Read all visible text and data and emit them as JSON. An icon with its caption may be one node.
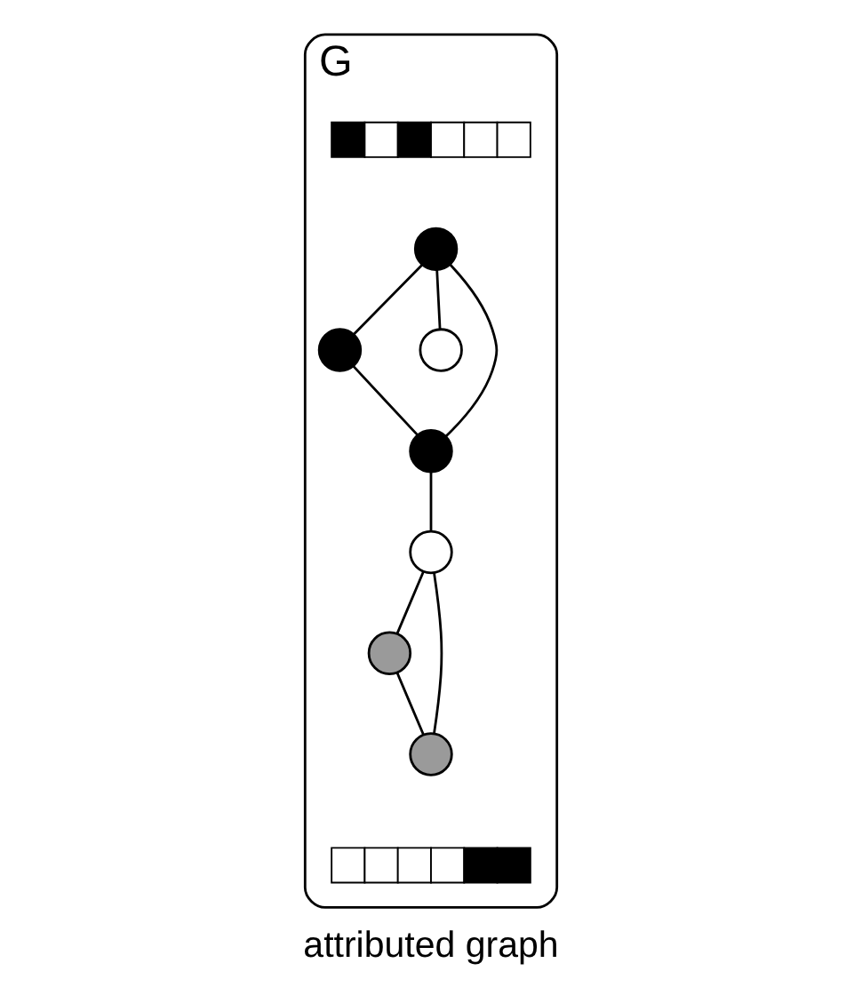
{
  "diagram": {
    "caption": "attributed graph",
    "nodes": [
      {
        "text": [
          "G"
        ]
      },
      {
        "text": [],
        "shape": "bar",
        "in": 0
      },
      {
        "text": [],
        "shape": "circle",
        "in": 0
      },
      {
        "text": [],
        "shape": "circle",
        "in": 0
      },
      {
        "text": [],
        "shape": "circle",
        "in": 0
      },
      {
        "text": [],
        "shape": "circle",
        "in": 0
      },
      {
        "text": [],
        "shape": "circle",
        "in": 0
      },
      {
        "text": [],
        "shape": "circle",
        "in": 0
      },
      {
        "text": [],
        "shape": "circle",
        "in": 0
      },
      {
        "text": [],
        "shape": "bar",
        "in": 0
      }
    ],
    "edges": [
      {
        "from": 2,
        "to": 3,
        "arrow": "none"
      },
      {
        "from": 2,
        "to": 5,
        "arrow": "none"
      },
      {
        "from": 2,
        "to": 7,
        "arrow": "none"
      },
      {
        "from": 3,
        "to": 7,
        "arrow": "none"
      },
      {
        "from": 7,
        "to": 4,
        "arrow": "none"
      },
      {
        "from": 4,
        "to": 6,
        "arrow": "none"
      },
      {
        "from": 4,
        "to": 8,
        "arrow": "none"
      },
      {
        "from": 6,
        "to": 8,
        "arrow": "none"
      }
    ]
  }
}
